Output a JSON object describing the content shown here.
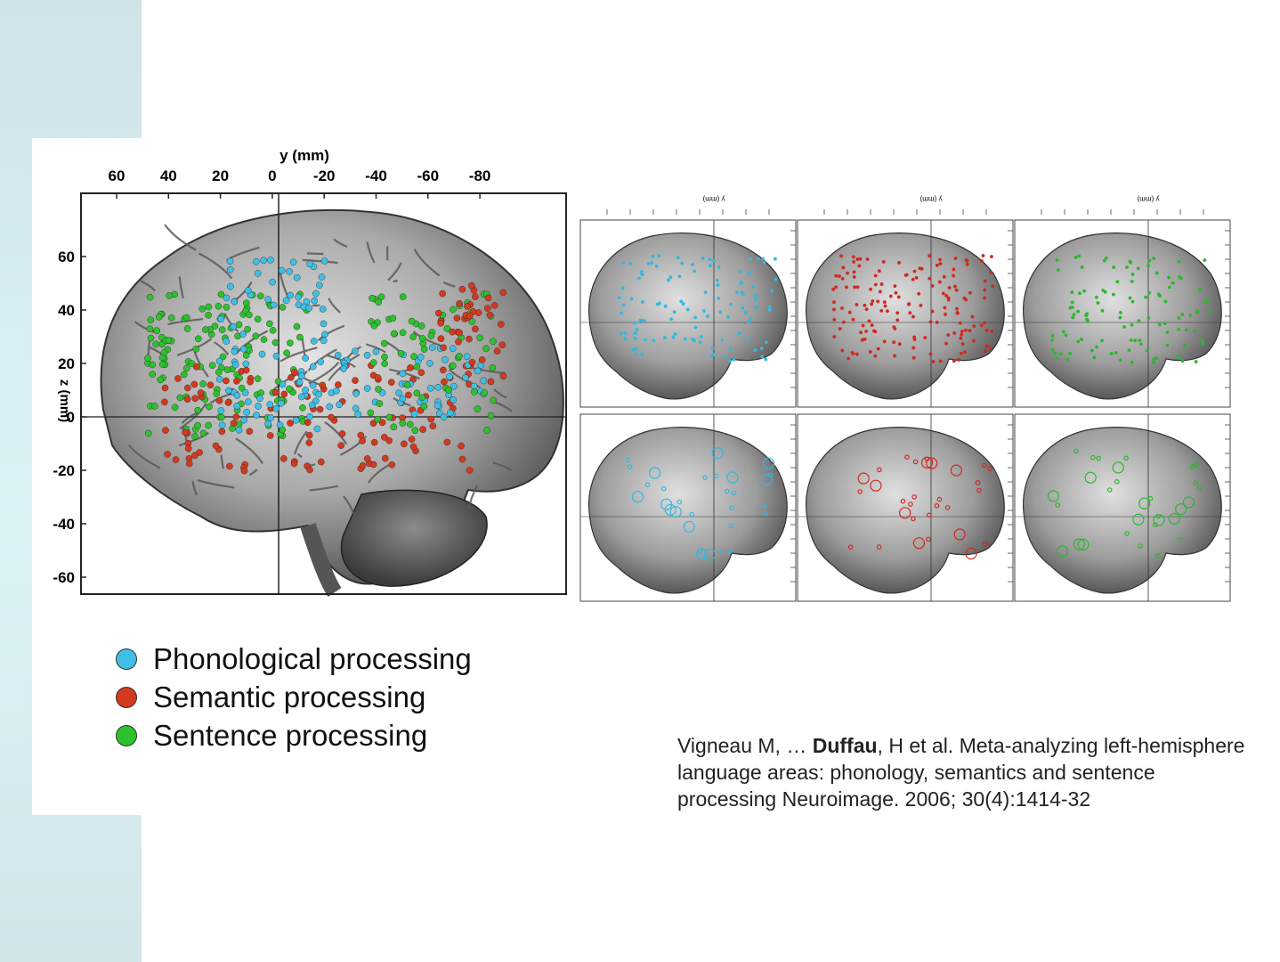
{
  "main_figure": {
    "x_axis_title": "y (mm)",
    "x_ticks": [
      "60",
      "40",
      "20",
      "0",
      "-20",
      "-40",
      "-60",
      "-80"
    ],
    "y_axis_title": "z (mm)",
    "y_ticks": [
      "60",
      "40",
      "20",
      "0",
      "-20",
      "-40",
      "-60"
    ]
  },
  "legend": [
    {
      "label": "Phonological processing",
      "color": "#3fbfe6"
    },
    {
      "label": "Semantic processing",
      "color": "#d23a1e"
    },
    {
      "label": "Sentence processing",
      "color": "#2ec12e"
    }
  ],
  "small_panels": {
    "axis_title": "y (mm)",
    "colors": [
      "#35b7dc",
      "#cc2a20",
      "#2fb52f"
    ]
  },
  "citation": {
    "authors_prefix": "Vigneau M, … ",
    "bold_author": "Duffau",
    "authors_suffix": ", H et al.  Meta-analyzing left-hemisphere language areas: phonology, semantics and sentence processing Neuroimage. 2006; 30(4):1414-32"
  },
  "colors": {
    "side_band": "#d7eef2",
    "brain_gray": "#9a9a9a",
    "frame": "#222222"
  }
}
